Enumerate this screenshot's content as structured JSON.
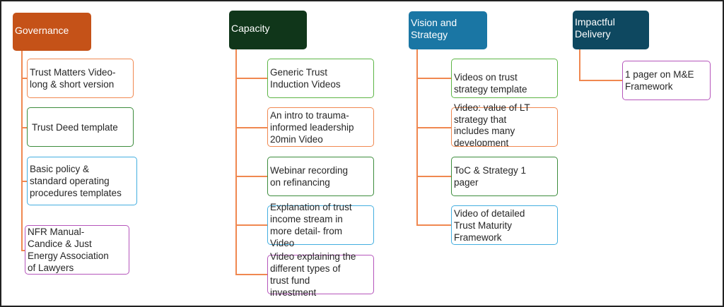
{
  "columns": [
    {
      "title": "Governance",
      "color": "#c55218",
      "items": [
        {
          "text": "Trust Matters Video-\nlong & short version",
          "border": "#f08850"
        },
        {
          "text": "Trust Deed template",
          "border": "#3c8c3c"
        },
        {
          "text": "Basic policy &\nstandard operating\nprocedures templates",
          "border": "#43aee0"
        },
        {
          "text": "NFR Manual-\nCandice & Just\nEnergy Association\nof Lawyers",
          "border": "#b555bb"
        }
      ]
    },
    {
      "title": "Capacity",
      "color": "#10361a",
      "items": [
        {
          "text": "Generic Trust\nInduction Videos",
          "border": "#5cb545"
        },
        {
          "text": "An intro to trauma-\ninformed leadership\n20min Video",
          "border": "#f08850"
        },
        {
          "text": "Webinar recording\non refinancing",
          "border": "#3c8c3c"
        },
        {
          "text": "Explanation of trust\nincome stream in\nmore detail- from\nVideo",
          "border": "#43aee0"
        },
        {
          "text": "Video explaining the\ndifferent types of\ntrust fund\ninvestment",
          "border": "#b555bb"
        }
      ]
    },
    {
      "title": "Vision and\nStrategy",
      "color": "#1a76a4",
      "items": [
        {
          "text": "Videos on trust\nstrategy template",
          "border": "#5cb545"
        },
        {
          "text": "Video: value of LT\nstrategy that\nincludes many\ndevelopment\npartners &\ncommunity",
          "border": "#f08850"
        },
        {
          "text": "ToC & Strategy 1\npager",
          "border": "#3c8c3c"
        },
        {
          "text": "Video  of detailed\nTrust Maturity\nFramework",
          "border": "#43aee0"
        }
      ]
    },
    {
      "title": "Impactful\nDelivery",
      "color": "#0e4860",
      "items": [
        {
          "text": "1 pager on M&E\nFramework",
          "border": "#b555bb"
        }
      ]
    }
  ],
  "connector_color": "#f08850"
}
